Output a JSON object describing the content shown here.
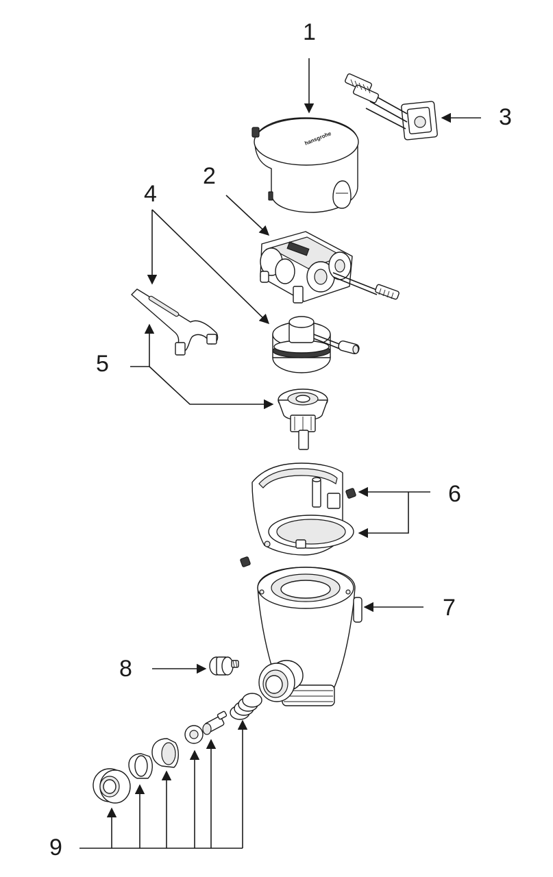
{
  "callouts": {
    "c1": "1",
    "c2": "2",
    "c3": "3",
    "c4": "4",
    "c5": "5",
    "c6": "6",
    "c7": "7",
    "c8": "8",
    "c9": "9"
  },
  "cap_logo": "hansgrohe"
}
